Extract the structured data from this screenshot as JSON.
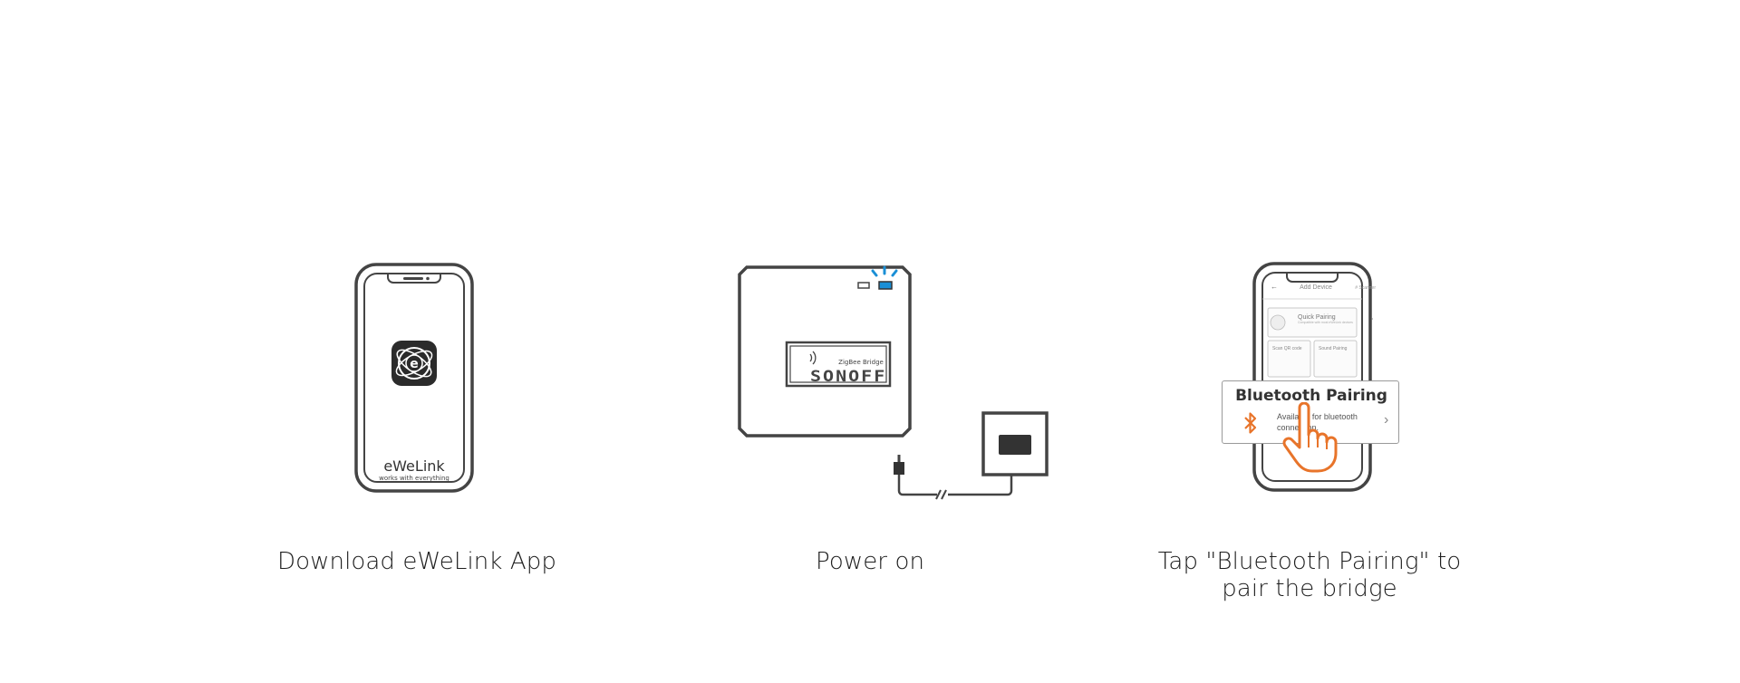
{
  "steps": [
    {
      "caption": "Download eWeLink App",
      "phone": {
        "app_icon": "ewelink-logo-icon",
        "app_name": "eWeLink",
        "tagline": "works with everything"
      }
    },
    {
      "caption": "Power on",
      "device": {
        "model": "ZigBee Bridge",
        "brand": "SONOFF",
        "indicator_color": "#1a8fd6",
        "icons": [
          "wifi-signal-icon",
          "power-adapter-icon"
        ]
      }
    },
    {
      "caption_line1": "Tap \"Bluetooth Pairing\" to",
      "caption_line2": "pair the bridge",
      "screen": {
        "header": "Add Device",
        "header_right": "# Scanner",
        "quick_pairing": "Quick Pairing",
        "quick_pairing_desc": "Compatible with most eWeLink devices",
        "scan_qr": "Scan QR code",
        "sound_pairing": "Sound Pairing",
        "popup_title": "Bluetooth Pairing",
        "popup_desc_line1": "Available for bluetooth",
        "popup_desc_line2": "connection.",
        "accent_color": "#e8742a"
      }
    }
  ]
}
